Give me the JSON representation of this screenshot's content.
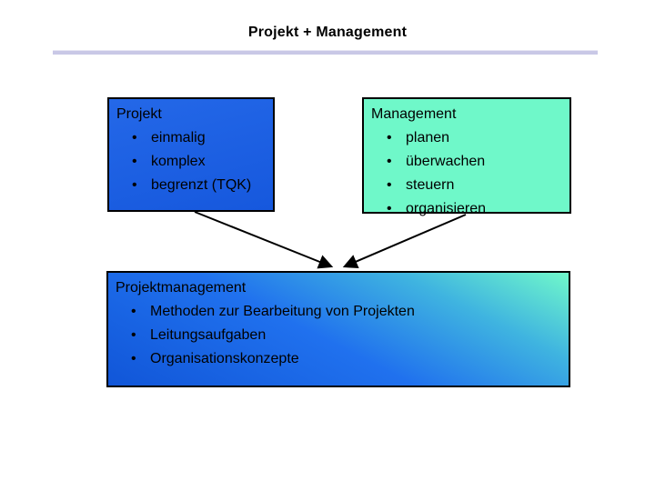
{
  "slide": {
    "title": "Projekt + Management"
  },
  "colors": {
    "accent_line": "#c9c8e6",
    "projekt_box_blue": "#1b60e4",
    "management_box_teal": "#6ff8c9",
    "pm_box_gradient_start": "#70f8ca",
    "pm_box_gradient_end": "#1156d8",
    "arrow": "#000000",
    "box_border": "#000000",
    "text": "#000000"
  },
  "projekt_box": {
    "title": "Projekt",
    "items": [
      "einmalig",
      "komplex",
      "begrenzt (TQK)"
    ]
  },
  "management_box": {
    "title": "Management",
    "items": [
      "planen",
      "überwachen",
      "steuern",
      "organisieren"
    ]
  },
  "pm_box": {
    "title": "Projektmanagement",
    "items": [
      "Methoden zur Bearbeitung von Projekten",
      "Leitungsaufgaben",
      "Organisationskonzepte"
    ]
  }
}
